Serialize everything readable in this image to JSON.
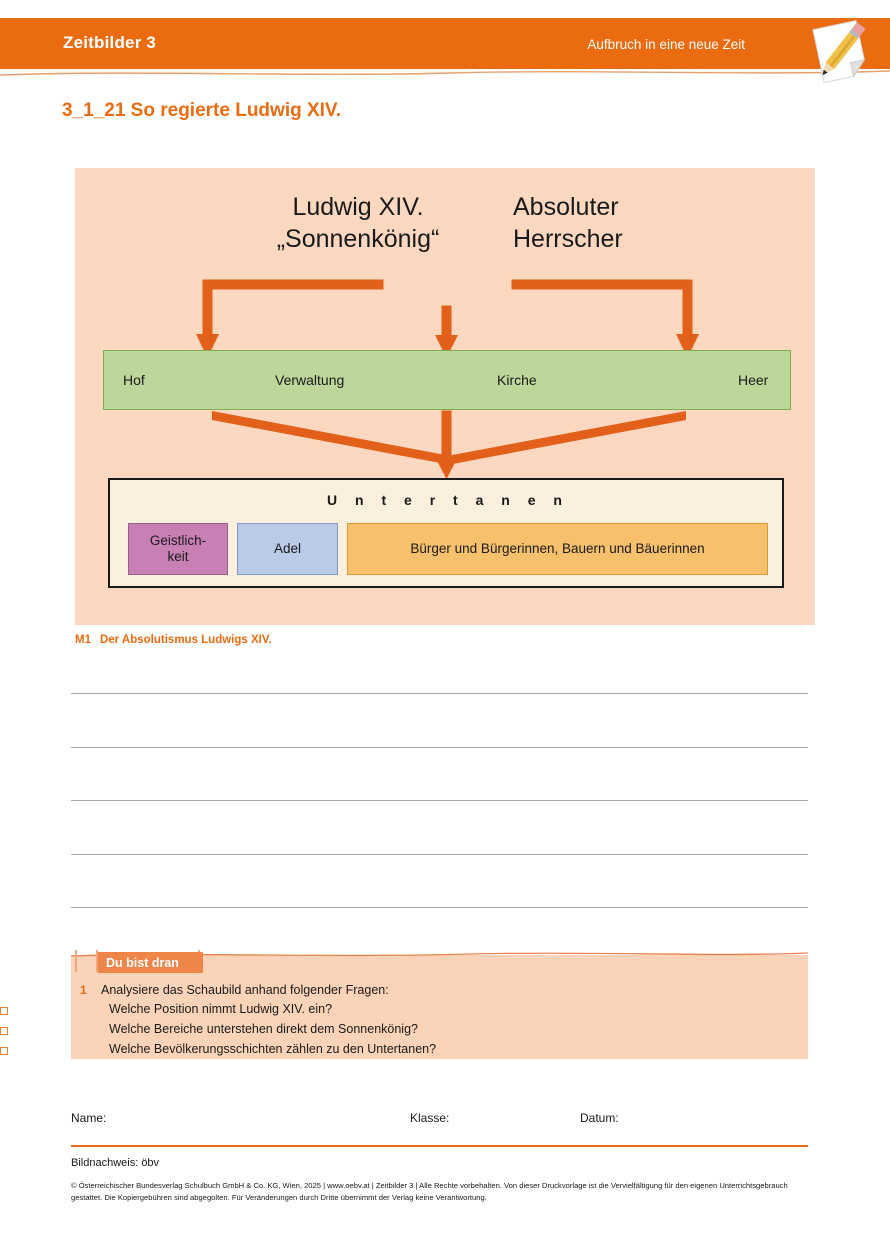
{
  "header": {
    "brand": "Zeitbilder 3",
    "chapter": "Aufbruch in eine neue Zeit",
    "icon": "notepad-pencil-icon",
    "bar_color": "#ea6b10"
  },
  "title": "3_1_21 So regierte Ludwig XIV.",
  "diagram": {
    "background": "#fbd8bf",
    "king_label": "Ludwig XIV.\n„Sonnenkönig“",
    "king_line1": "Ludwig XIV.",
    "king_line2": "„Sonnenkönig“",
    "ruler_line1": "Absoluter",
    "ruler_line2": "Herrscher",
    "green_bar": {
      "color": "#bdd69a",
      "border": "#7fae4e",
      "items": [
        "Hof",
        "Verwaltung",
        "Kirche",
        "Heer"
      ]
    },
    "subjects": {
      "title": "Untertanen",
      "title_spaced": "U n t e r t a n e n",
      "box_background": "#fbf0dd",
      "groups": [
        {
          "label": "Geistlich-\nkeit",
          "line1": "Geistlich-",
          "line2": "keit",
          "color": "#c87fb4",
          "border": "#9e5d8c"
        },
        {
          "label": "Adel",
          "line1": "Adel",
          "line2": "",
          "color": "#b9cbe8",
          "border": "#7d9ac9"
        },
        {
          "label": "Bürger und Bürgerinnen, Bauern und Bäuerinnen",
          "line1": "Bürger und Bürgerinnen, Bauern und Bäuerinnen",
          "line2": "",
          "color": "#f6c06c",
          "border": "#d99b33"
        }
      ]
    },
    "arrow_color": "#e2601a"
  },
  "caption": {
    "number": "M1",
    "text": "Der Absolutismus Ludwigs XIV.",
    "color": "#ea6b10"
  },
  "answer_lines_count": 5,
  "task": {
    "badge": "Du bist dran",
    "number": "1",
    "prompt": "Analysiere das Schaubild anhand folgender Fragen:",
    "bullets": [
      "Welche Position nimmt Ludwig XIV. ein?",
      "Welche Bereiche unterstehen direkt dem Sonnenkönig?",
      "Welche Bevölkerungsschichten zählen zu den Untertanen?"
    ],
    "panel_color": "#fbd3b8",
    "badge_color": "#f0854a"
  },
  "footer": {
    "name_label": "Name:",
    "class_label": "Klasse:",
    "date_label": "Datum:",
    "credit": "Bildnachweis: öbv",
    "copyright": "© Österreichischer Bundesverlag Schulbuch GmbH & Co. KG, Wien, 2025 | www.oebv.at | Zeitbilder 3 | Alle Rechte vorbehalten. Von dieser Druckvorlage ist die Vervielfältigung für den eigenen Unterrichtsgebrauch gestattet. Die Kopiergebühren sind abgegolten. Für Veränderungen durch Dritte übernimmt der Verlag keine Verantwortung."
  }
}
